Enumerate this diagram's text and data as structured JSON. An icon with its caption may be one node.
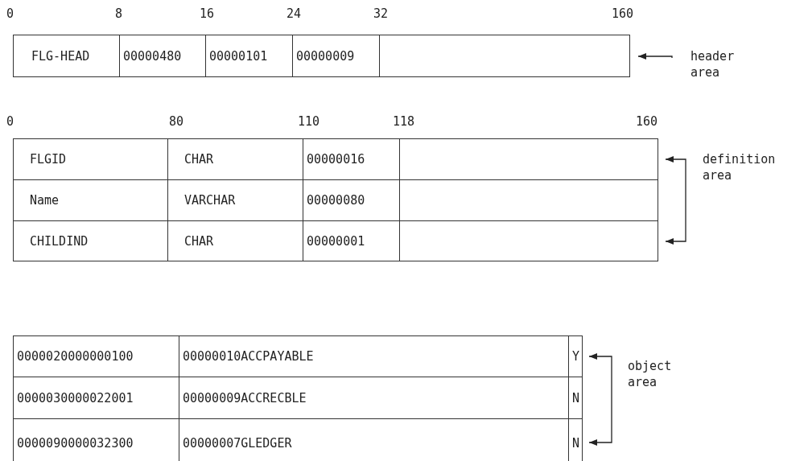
{
  "diagram": {
    "nodes": [
      {
        "text": [
          "FLG-HEAD",
          "00000480",
          "00000101",
          "00000009"
        ]
      },
      {
        "text": [
          "header area"
        ]
      },
      {
        "text": [
          "FLGID",
          "CHAR",
          "00000016"
        ]
      },
      {
        "text": [
          "Name",
          "VARCHAR",
          "00000080"
        ]
      },
      {
        "text": [
          "CHILDIND",
          "CHAR",
          "00000001"
        ]
      },
      {
        "text": [
          "definition area"
        ]
      },
      {
        "text": [
          "0000020000000100",
          "00000010ACCPAYABLE",
          "Y"
        ]
      },
      {
        "text": [
          "0000030000022001",
          "00000009ACCRECBLE",
          "N"
        ]
      },
      {
        "text": [
          "0000090000032300",
          "00000007GLEDGER",
          "N"
        ]
      },
      {
        "text": [
          "object area"
        ]
      }
    ],
    "edges": [
      {
        "from": 1,
        "to": 0,
        "arrow": "to"
      },
      {
        "from": 5,
        "to": 2,
        "arrow": "to"
      },
      {
        "from": 5,
        "to": 4,
        "arrow": "to"
      },
      {
        "from": 9,
        "to": 6,
        "arrow": "to"
      },
      {
        "from": 9,
        "to": 8,
        "arrow": "to"
      }
    ],
    "labels": [
      "0",
      "8",
      "16",
      "24",
      "32",
      "160",
      "0",
      "80",
      "110",
      "118",
      "160"
    ]
  }
}
